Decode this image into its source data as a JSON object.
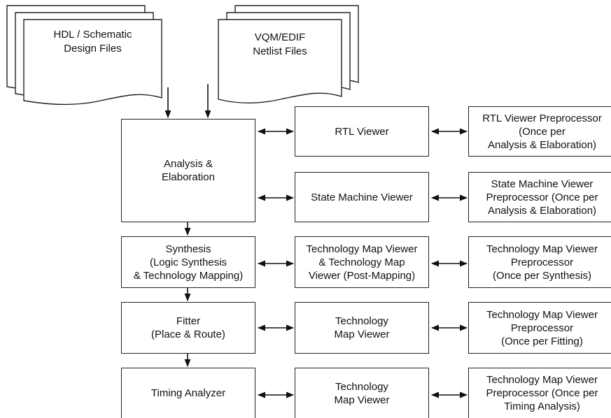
{
  "inputs": {
    "hdl": "HDL / Schematic\nDesign Files",
    "vqm": "VQM/EDIF\nNetlist Files"
  },
  "flow": {
    "analysis": "Analysis &\nElaboration",
    "synthesis": "Synthesis\n(Logic Synthesis\n& Technology Mapping)",
    "fitter": "Fitter\n(Place & Route)",
    "timing": "Timing Analyzer"
  },
  "viewers": {
    "rtl": "RTL Viewer",
    "state_machine": "State Machine Viewer",
    "tech_map_post_mapping": "Technology Map Viewer\n& Technology Map\nViewer (Post-Mapping)",
    "tech_map_fitter": "Technology\nMap Viewer",
    "tech_map_timing": "Technology\nMap Viewer"
  },
  "preprocessors": {
    "rtl": "RTL Viewer Preprocessor\n(Once per\nAnalysis & Elaboration)",
    "state_machine": "State Machine Viewer\nPreprocessor (Once per\nAnalysis & Elaboration)",
    "tech_map_synthesis": "Technology Map Viewer\nPreprocessor\n(Once per Synthesis)",
    "tech_map_fitting": "Technology Map Viewer\nPreprocessor\n(Once per Fitting)",
    "tech_map_timing": "Technology Map Viewer\nPreprocessor (Once per\nTiming Analysis)"
  }
}
